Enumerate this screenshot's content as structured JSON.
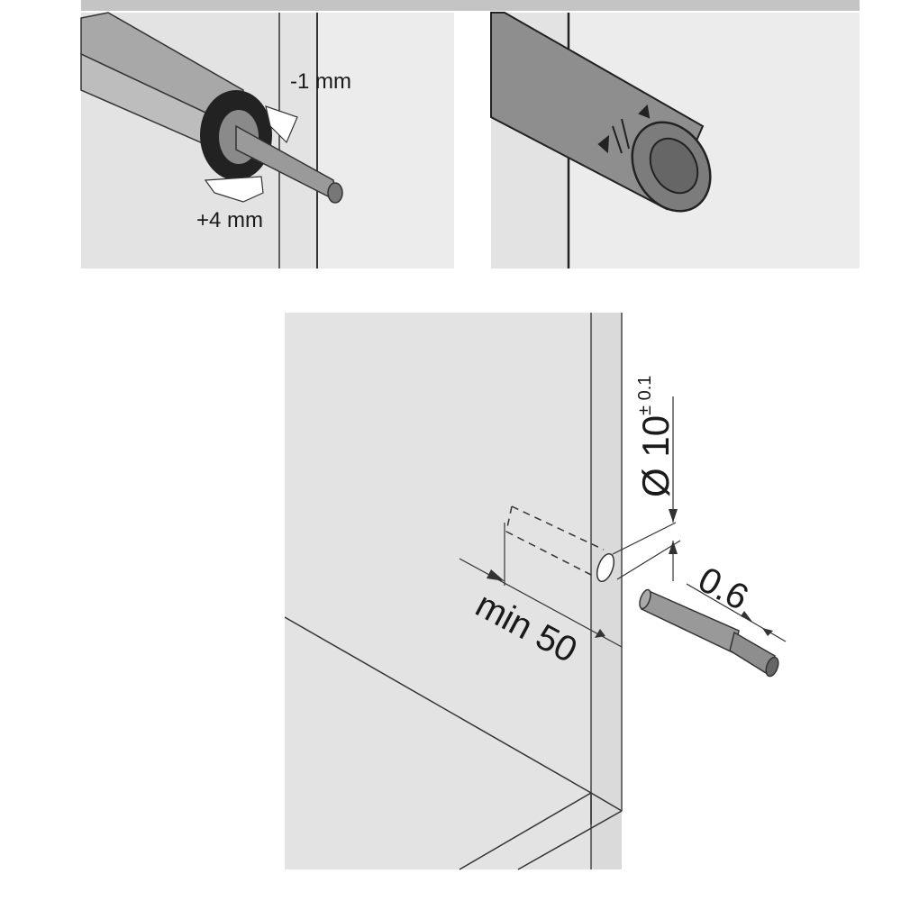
{
  "panel_top_left": {
    "label_minus": "-1 mm",
    "label_plus": "+4 mm"
  },
  "panel_bottom": {
    "diameter_label": "Ø 10",
    "diameter_tolerance": "± 0.1",
    "depth_label": "0.6",
    "min_distance_label": "min 50"
  },
  "colors": {
    "panel_bg": "#e3e3e3",
    "header_bar": "#c4c4c4",
    "line": "#2a2a2a",
    "part_gray": "#9a9a9a"
  }
}
